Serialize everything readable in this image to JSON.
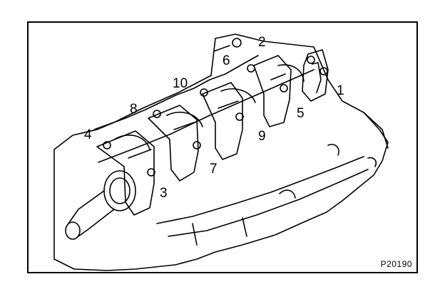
{
  "callouts": [
    "1",
    "2",
    "3",
    "4",
    "5",
    "6",
    "7",
    "8",
    "9",
    "10"
  ],
  "figure_code": "P20190",
  "colors": {
    "line": "#000000",
    "background": "#ffffff"
  }
}
